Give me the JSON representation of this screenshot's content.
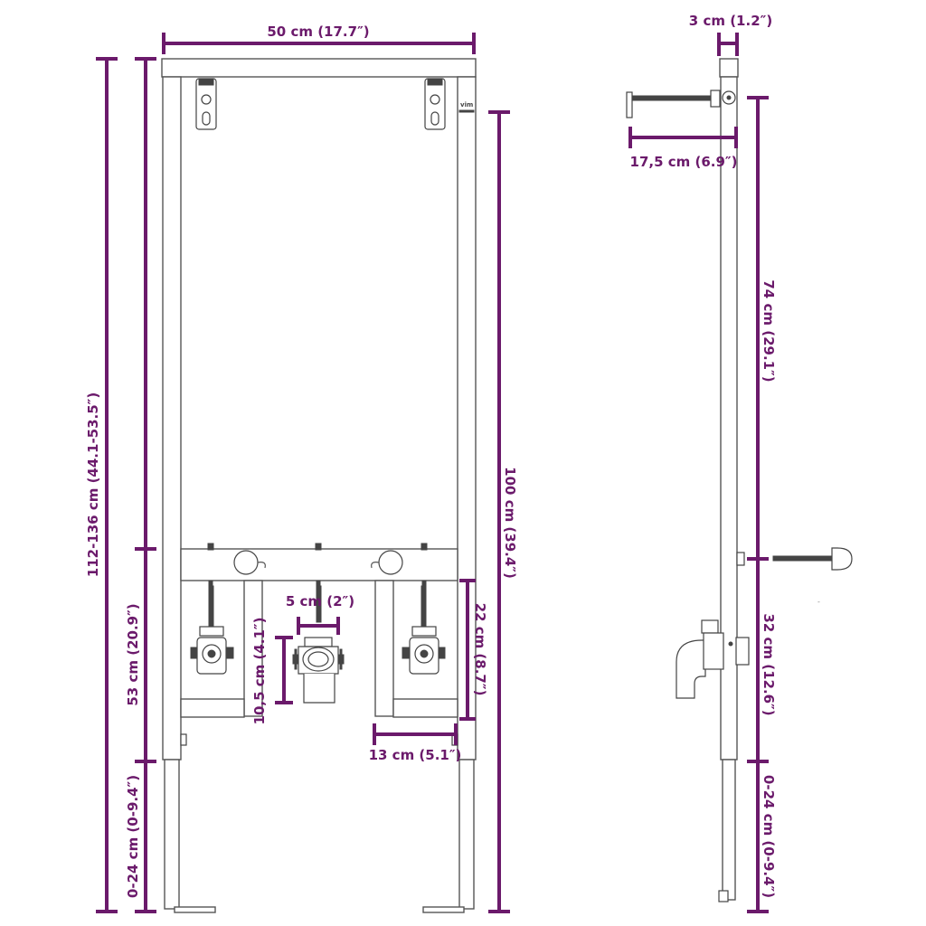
{
  "front_view": {
    "width_label": "50 cm (17.7″)",
    "total_height_label": "112-136 cm (44.1-53.5″)",
    "frame_height_label": "100 cm (39.4″)",
    "lower_section_label": "53 cm (20.9″)",
    "leg_extension_label": "0-24 cm (0-9.4″)",
    "drain_width_label": "5 cm (2″)",
    "drain_height_label": "10,5 cm (4.1″)",
    "supply_height_label": "22 cm (8.7″)",
    "supply_width_label": "13 cm (5.1″)",
    "logo_text": "vim"
  },
  "side_view": {
    "depth_label": "3 cm (1.2″)",
    "bolt_length_label": "17,5 cm (6.9″)",
    "upper_height_label": "74 cm (29.1″)",
    "lower_height_label": "32 cm (12.6″)",
    "leg_extension_label": "0-24 cm (0-9.4″)"
  },
  "colors": {
    "dimension": "#6b1a6b",
    "outline": "#555555",
    "background": "#ffffff"
  }
}
